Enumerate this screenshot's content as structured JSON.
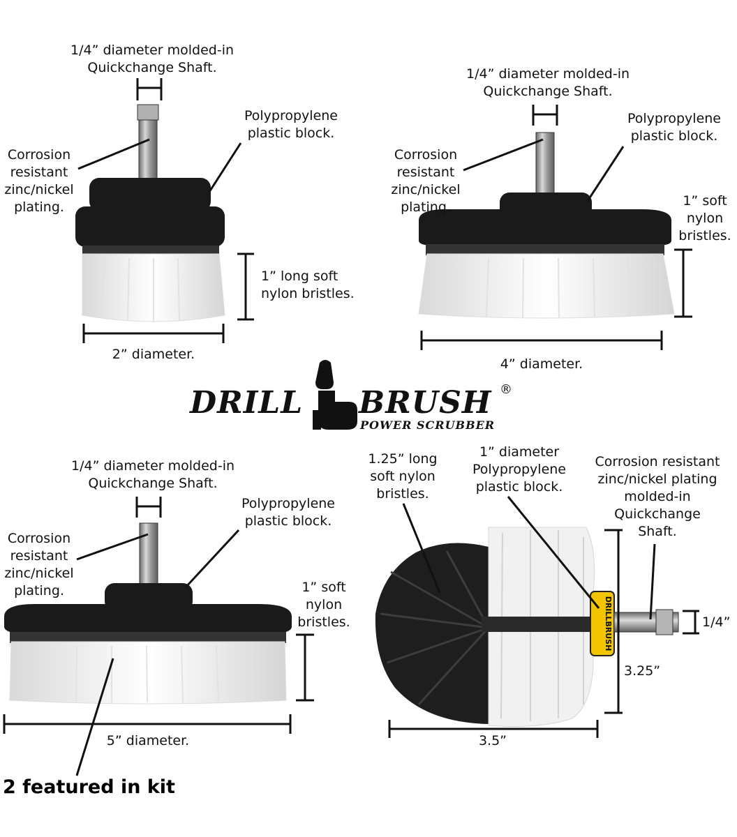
{
  "brand": {
    "word_left": "DRILL",
    "word_right": "BRUSH",
    "registered_mark": "®",
    "tagline": "POWER SCRUBBER"
  },
  "brush_2in": {
    "shaft_label": "1/4” diameter molded-in\nQuickchange Shaft.",
    "block_label": "Polypropylene\nplastic block.",
    "plating_label": "Corrosion\nresistant\nzinc/nickel\nplating.",
    "bristle_label": "1” long soft\nnylon bristles.",
    "diameter_label": "2” diameter."
  },
  "brush_4in": {
    "shaft_label": "1/4” diameter molded-in\nQuickchange Shaft.",
    "block_label": "Polypropylene\nplastic block.",
    "plating_label": "Corrosion\nresistant\nzinc/nickel\nplating.",
    "bristle_label": "1” soft\nnylon\nbristles.",
    "diameter_label": "4” diameter."
  },
  "brush_5in": {
    "shaft_label": "1/4” diameter molded-in\nQuickchange Shaft.",
    "block_label": "Polypropylene\nplastic block.",
    "plating_label": "Corrosion\nresistant\nzinc/nickel\nplating.",
    "bristle_label": "1” soft\nnylon\nbristles.",
    "diameter_label": "5” diameter.",
    "featured_note": "2 featured in kit"
  },
  "brush_round": {
    "bristle_label": "1.25” long\nsoft nylon\nbristles.",
    "block_label": "1” diameter\nPolypropylene\nplastic block.",
    "shaft_label": "Corrosion resistant\nzinc/nickel plating\nmolded-in\nQuickchange\nShaft.",
    "shaft_dim": "1/4”",
    "height_dim": "3.25”",
    "width_dim": "3.5”",
    "band_text": "DRILLBRUSH"
  },
  "colors": {
    "block": "#1a1a1a",
    "bristle": "#f4f4f4",
    "shaft": "#9a9a9a",
    "band": "#f2c500"
  }
}
